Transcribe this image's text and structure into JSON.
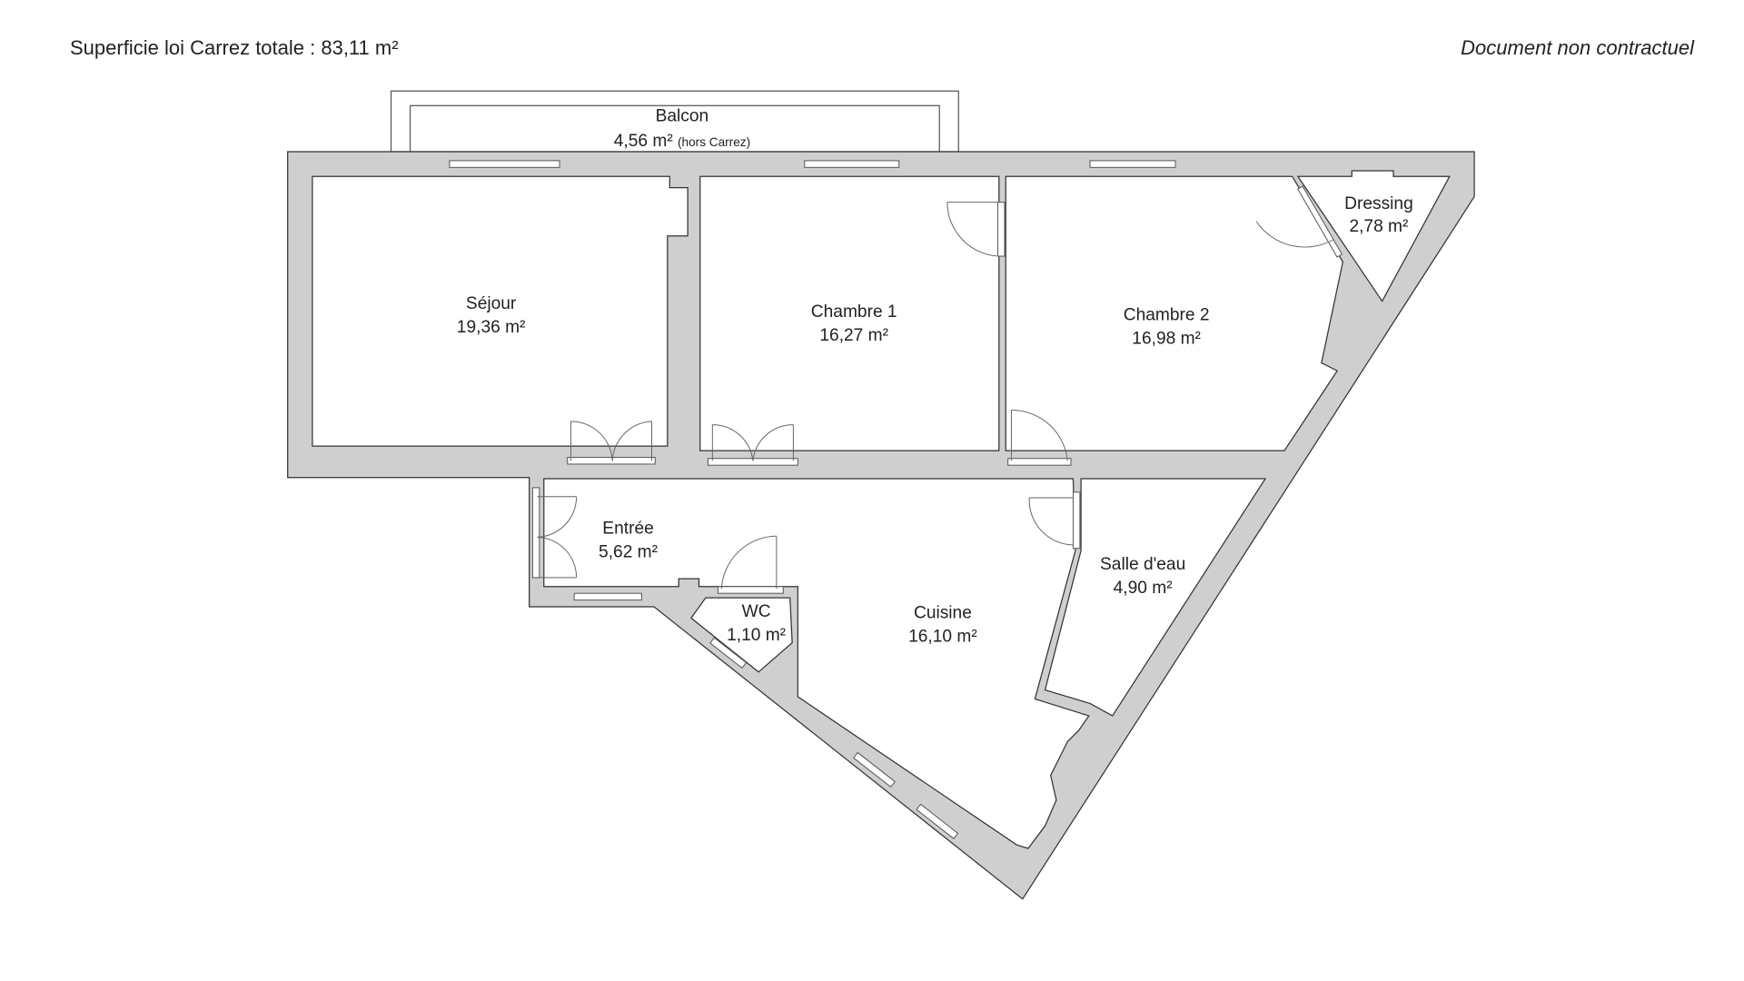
{
  "header": {
    "total_area": "Superficie loi Carrez totale :  83,11 m²",
    "disclaimer": "Document non contractuel"
  },
  "rooms": {
    "balcon": {
      "name": "Balcon",
      "area": "4,56 m²",
      "note": "(hors Carrez)"
    },
    "sejour": {
      "name": "Séjour",
      "area": "19,36 m²"
    },
    "chambre1": {
      "name": "Chambre 1",
      "area": "16,27 m²"
    },
    "chambre2": {
      "name": "Chambre 2",
      "area": "16,98 m²"
    },
    "dressing": {
      "name": "Dressing",
      "area": "2,78 m²"
    },
    "entree": {
      "name": "Entrée",
      "area": "5,62 m²"
    },
    "wc": {
      "name": "WC",
      "area": "1,10 m²"
    },
    "cuisine": {
      "name": "Cuisine",
      "area": "16,10 m²"
    },
    "salle_deau": {
      "name": "Salle d'eau",
      "area": "4,90 m²"
    }
  },
  "colors": {
    "wall": "#cfcfcf",
    "room": "#ffffff",
    "line": "#333333"
  }
}
